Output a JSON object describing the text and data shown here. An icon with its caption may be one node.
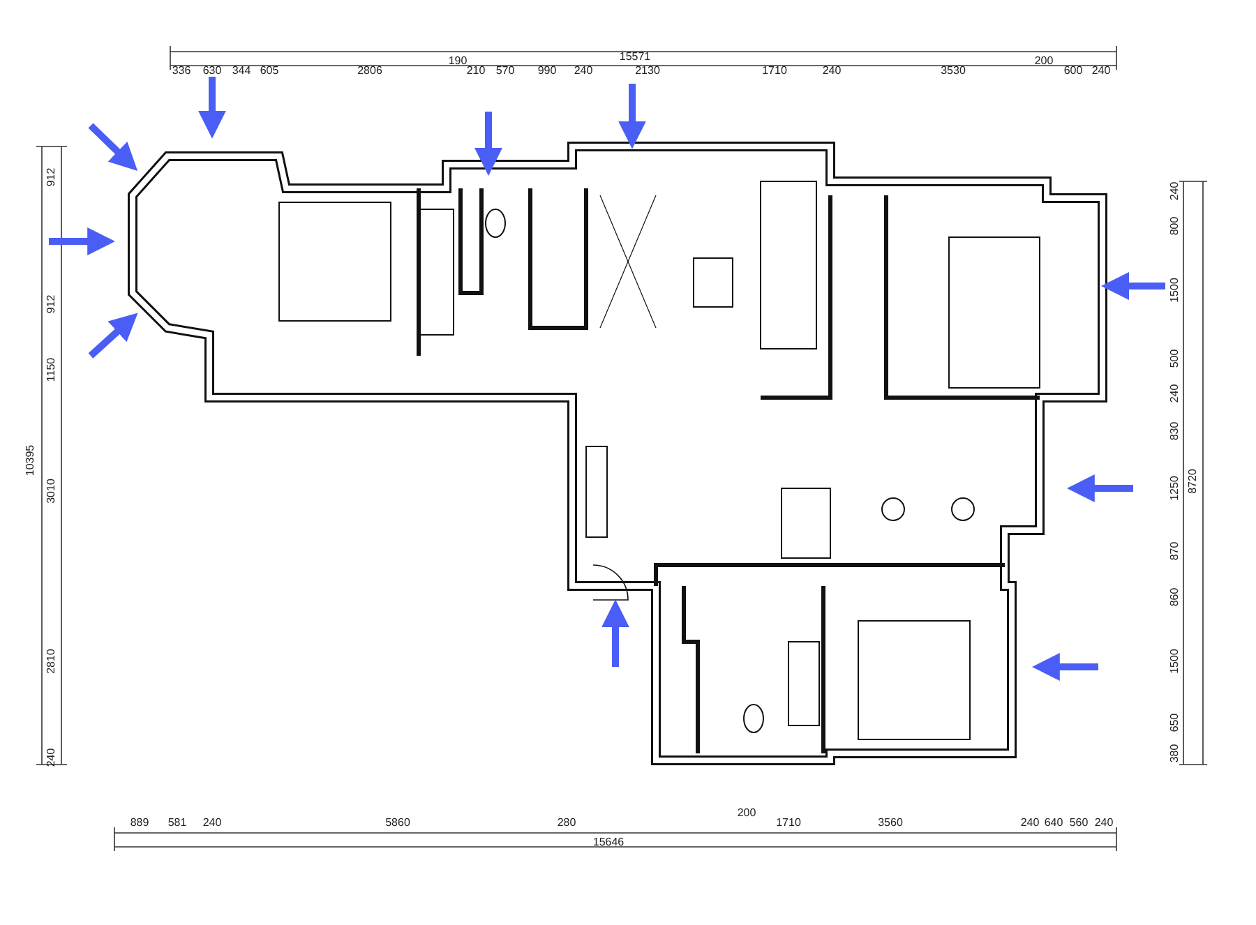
{
  "diagram": {
    "labels": [
      "15571",
      "336",
      "630",
      "344",
      "605",
      "2806",
      "190",
      "210",
      "570",
      "990",
      "240",
      "2130",
      "1710",
      "240",
      "3530",
      "200",
      "600",
      "240",
      "912",
      "912",
      "1150",
      "10395",
      "3010",
      "2810",
      "240",
      "240",
      "800",
      "1500",
      "500",
      "240",
      "830",
      "1250",
      "870",
      "860",
      "1500",
      "650",
      "380",
      "8720",
      "889",
      "581",
      "240",
      "5860",
      "280",
      "200",
      "1710",
      "3560",
      "240",
      "640",
      "560",
      "240",
      "15646"
    ]
  }
}
